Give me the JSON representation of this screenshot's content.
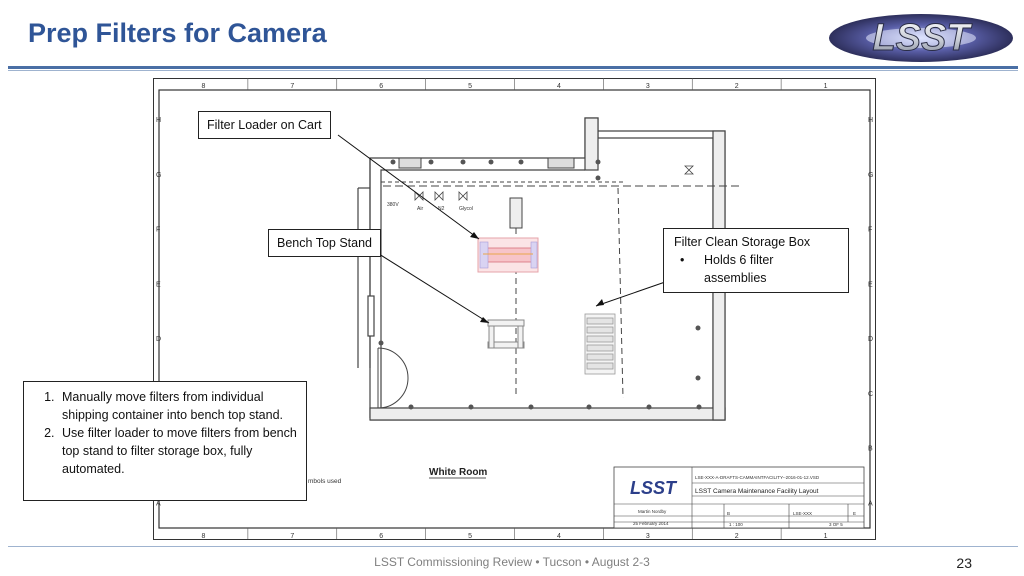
{
  "slide": {
    "title": "Prep Filters for Camera",
    "logo_text": "LSST",
    "footer": "LSST Commissioning Review • Tucson  • August 2-3",
    "page_number": "23"
  },
  "drawing": {
    "col_numbers": [
      "8",
      "7",
      "6",
      "5",
      "4",
      "3",
      "2",
      "1"
    ],
    "row_letters": [
      "H",
      "G",
      "F",
      "E",
      "D",
      "C",
      "B",
      "A"
    ],
    "room_label": "White Room",
    "utility_labels": [
      "380V",
      "Air",
      "N2",
      "Glycol"
    ],
    "symbols_note": "mbols used",
    "title_block": {
      "logo_text": "LSST",
      "doc_path": "LSE-XXX-A-DRAFTS-CAMMAINTFACILITY--2016-01-12.VSD",
      "title": "LSST Camera Maintenance Facility Layout",
      "drawn_by": "Martin Nordby",
      "date": "25 February 2014",
      "size": "B",
      "doc_no": "LSE-XXX",
      "rev": "E",
      "scale": "1 : 100",
      "sheet": "3 OF 5"
    }
  },
  "callouts": {
    "filter_loader": "Filter Loader on Cart",
    "bench_top_stand": "Bench Top Stand",
    "storage_box": {
      "title": "Filter Clean Storage Box",
      "bullet": "Holds 6 filter assemblies"
    },
    "steps": [
      "Manually move filters from individual shipping container into bench top stand.",
      "Use filter loader to move filters from bench top stand to filter storage box, fully automated."
    ]
  },
  "colors": {
    "title": "#2f5597",
    "rule": "#4a6fa5",
    "footer_text": "#7f7f7f"
  }
}
